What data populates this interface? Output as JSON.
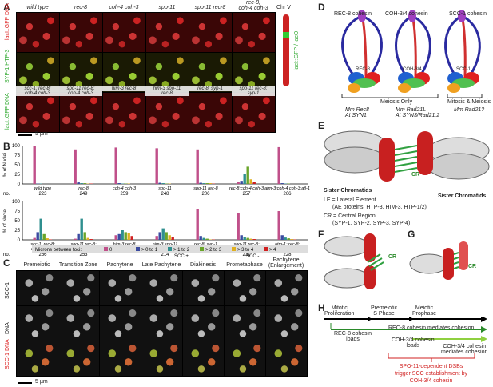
{
  "panels": {
    "A": "A",
    "B": "B",
    "C": "C",
    "D": "D",
    "E": "E",
    "F": "F",
    "G": "G",
    "H": "H"
  },
  "panelA": {
    "row1_labels": [
      "wild type",
      "rec-8",
      "coh-4 coh-3",
      "spo-11",
      "spo-11 rec-8",
      "rec-8;\ncoh-4 coh-3"
    ],
    "row3_labels": [
      "scc-1; rec-8;\ncoh-4 coh-3",
      "spo-11 rec-8;\ncoh-4 coh-3",
      "him-3 rec-8",
      "him-3 spo-11\nrec-8",
      "rec-8; syp-1",
      "spo-11 rec-8;\nsyp-1"
    ],
    "row_labels": [
      "lacI::GFP DNA",
      "SYP-1 HTP-3",
      "lacI::GFP DNA"
    ],
    "chr_label": "Chr V",
    "chr_side": "lacI::GFP / lacO",
    "scalebar": "5 µm"
  },
  "chart_data": [
    {
      "type": "bar",
      "ylabel": "% of Nuclei",
      "ylim": [
        0,
        100
      ],
      "categories": [
        "wild type",
        "rec-8",
        "coh-4 coh-3",
        "spo-11",
        "spo-11 rec-8",
        "rec-8;coh-4 coh-3",
        "atm-3;coh-4 coh-3;atl-1"
      ],
      "counts": [
        "223",
        "249",
        "259",
        "248",
        "206",
        "257",
        "266"
      ],
      "series": [
        {
          "name": "0",
          "values": [
            98,
            90,
            95,
            93,
            90,
            5,
            96
          ]
        },
        {
          "name": "> 0 to 1",
          "values": [
            1,
            4,
            2,
            3,
            3,
            8,
            2
          ]
        },
        {
          "name": "> 1 to 2",
          "values": [
            1,
            2,
            1,
            2,
            2,
            25,
            1
          ]
        },
        {
          "name": "> 2 to 3",
          "values": [
            0,
            2,
            1,
            1,
            2,
            45,
            1
          ]
        },
        {
          "name": "> 3 to 4",
          "values": [
            0,
            1,
            1,
            1,
            2,
            12,
            0
          ]
        },
        {
          "name": "> 4",
          "values": [
            0,
            1,
            0,
            0,
            1,
            5,
            0
          ]
        }
      ]
    },
    {
      "type": "bar",
      "ylabel": "% of Nuclei",
      "ylim": [
        0,
        100
      ],
      "categories": [
        "scc-1; rec-8;\ncoh-4 coh-3",
        "spo-11 rec-8;\ncoh-4 coh-3",
        "him-3 rec-8",
        "him-3 spo-11\nrec-8",
        "rec-8; syp-1",
        "spo-11 rec-8;\nsyp-1",
        "atm-1; rec-8;\natl-1"
      ],
      "counts": [
        "256",
        "253",
        "168",
        "214",
        "238",
        "231",
        "228"
      ],
      "series": [
        {
          "name": "0",
          "values": [
            5,
            3,
            12,
            10,
            80,
            70,
            75
          ]
        },
        {
          "name": "> 0 to 1",
          "values": [
            20,
            15,
            15,
            20,
            10,
            12,
            12
          ]
        },
        {
          "name": "> 1 to 2",
          "values": [
            55,
            55,
            25,
            30,
            5,
            8,
            6
          ]
        },
        {
          "name": "> 2 to 3",
          "values": [
            15,
            20,
            20,
            20,
            3,
            5,
            4
          ]
        },
        {
          "name": "> 3 to 4",
          "values": [
            4,
            5,
            18,
            12,
            1,
            3,
            2
          ]
        },
        {
          "name": "> 4",
          "values": [
            1,
            2,
            10,
            8,
            1,
            2,
            1
          ]
        }
      ]
    }
  ],
  "legend": {
    "title": "Microns between foci:",
    "items": [
      "0",
      "> 0 to 1",
      "> 1 to 2",
      "> 2 to 3",
      "> 3 to 4",
      "> 4"
    ],
    "colors": [
      "#c0508a",
      "#3a4aa0",
      "#2f8f8f",
      "#6aa52a",
      "#e0b020",
      "#d02020"
    ]
  },
  "scc": {
    "plus": "SCC +",
    "minus": "SCC -"
  },
  "no_label": "no.",
  "panelC": {
    "columns": [
      "Premeiotic",
      "Transition Zone",
      "Pachytene",
      "Late Pachytene",
      "Diakinesis",
      "Prometaphase",
      "Pachytene\n(Enlargement)"
    ],
    "rows": [
      "SCC-1",
      "DNA",
      "SCC-1 DNA"
    ],
    "scalebar": "5 µm"
  },
  "panelD": {
    "complexes": [
      {
        "title": "REC-8 cohesin",
        "subunit": "REC-8",
        "homolog": "Mm Rec8\nAt SYN1"
      },
      {
        "title": "COH-3/4 cohesin",
        "subunit": "COH-3/4",
        "homolog": "Mm Rad21L\nAt SYN3/Rad21.2"
      },
      {
        "title": "SCC-1 cohesin",
        "subunit": "SCC-1",
        "homolog": "Mm Rad21?"
      }
    ],
    "meiosis_only": "Meiosis Only",
    "mitosis_meiosis": "Mitosis & Meiosis"
  },
  "panelE": {
    "sister_left": "Sister Chromatids",
    "sister_right": "Sister Chromatids",
    "cr": "CR",
    "le_line": "LE = Lateral Element",
    "le_proteins": "(AE proteins: HTP-3, HIM-3, HTP-1/2)",
    "cr_line": "CR = Central Region",
    "cr_proteins": "(SYP-1, SYP-2, SYP-3, SYP-4)"
  },
  "panelF": {
    "cr": "CR"
  },
  "panelG": {
    "cr": "CR"
  },
  "panelH": {
    "stages": [
      "Mitotic\nProliferation",
      "Premeiotic\nS Phase",
      "Meiotic\nProphase"
    ],
    "rec8_loads": "REC-8 cohesin\nloads",
    "rec8_mediates": "REC-8 cohesin mediates cohesion",
    "coh_loads": "COH-3/4 cohesin\nloads",
    "coh_mediates": "COH-3/4 cohesin\nmediates cohesion",
    "spo_note": "SPO-11-dependent DSBs\ntrigger SCC establishment by\nCOH-3/4 cohesin"
  }
}
